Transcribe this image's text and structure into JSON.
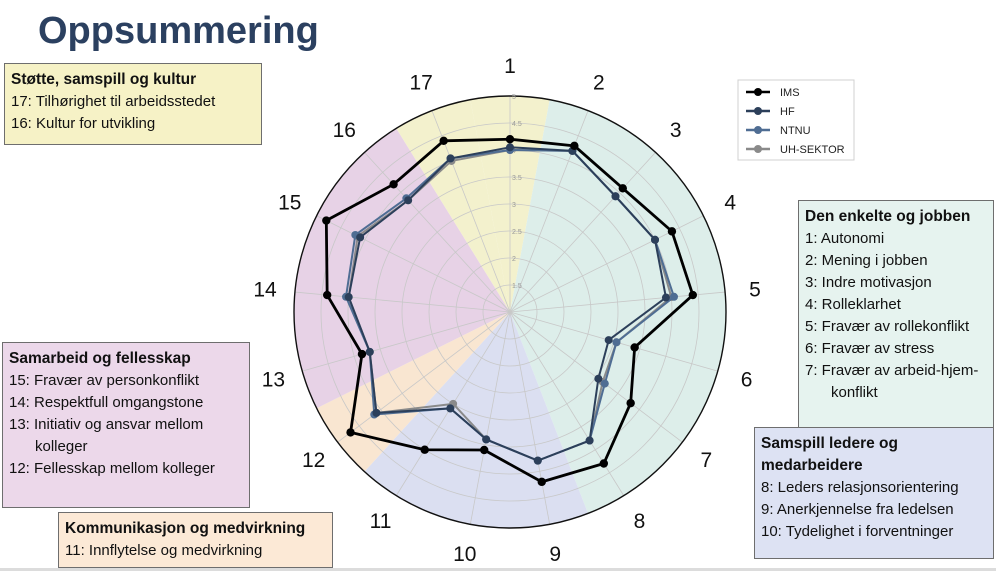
{
  "title": "Oppsummering",
  "boxes": {
    "stotte": {
      "heading": "Støtte, samspill og kultur",
      "items": [
        "17: Tilhørighet til arbeidsstedet",
        "16: Kultur for utvikling"
      ]
    },
    "enkelte": {
      "heading": "Den enkelte og jobben",
      "items": [
        "1: Autonomi",
        "2: Mening i jobben",
        "3: Indre motivasjon",
        "4: Rolleklarhet",
        "5: Fravær av rollekonflikt",
        "6: Fravær av stress",
        "7: Fravær av arbeid-hjem-konflikt"
      ]
    },
    "samarbeid": {
      "heading": "Samarbeid og fellesskap",
      "items": [
        "15: Fravær av personkonflikt",
        "14: Respektfull omgangstone",
        "13: Initiativ og ansvar mellom kolleger",
        "12: Fellesskap mellom kolleger"
      ]
    },
    "samspill": {
      "heading": "Samspill ledere og medarbeidere",
      "items": [
        "8: Leders relasjonsorientering",
        "9: Anerkjennelse fra ledelsen",
        "10: Tydelighet i forventninger"
      ]
    },
    "komm": {
      "heading": "Kommunikasjon og medvirkning",
      "items": [
        "11: Innflytelse og medvirkning"
      ]
    }
  },
  "colors": {
    "IMS": "#000000",
    "HF": "#2c3f5a",
    "NTNU": "#4f6d93",
    "UH-SEKTOR": "#8a8a8a",
    "sector_yellow": "#f2f0c8",
    "sector_teal": "#d9ece8",
    "sector_blue": "#d7dcf0",
    "sector_peach": "#f8e3cc",
    "sector_pink": "#e4cde3"
  },
  "chart_data": {
    "type": "radar",
    "axes": [
      "1",
      "2",
      "3",
      "4",
      "5",
      "6",
      "7",
      "8",
      "9",
      "10",
      "11",
      "12",
      "13",
      "14",
      "15",
      "16",
      "17"
    ],
    "rlim": [
      1,
      5
    ],
    "rticks": [
      "1.5",
      "2",
      "2.5",
      "3",
      "3.5",
      "4",
      "4.5",
      "5"
    ],
    "grid": true,
    "legend": "top-right",
    "series": [
      {
        "name": "IMS",
        "values": [
          4.2,
          4.3,
          4.1,
          4.35,
          4.4,
          3.4,
          3.8,
          4.3,
          4.2,
          3.6,
          4.0,
          4.7,
          3.85,
          4.4,
          4.8,
          4.2,
          4.4
        ]
      },
      {
        "name": "HF",
        "values": [
          4.05,
          4.2,
          3.9,
          4.0,
          3.9,
          2.9,
          3.05,
          3.8,
          3.8,
          3.4,
          3.1,
          4.1,
          3.7,
          4.0,
          4.1,
          3.8,
          4.05
        ]
      },
      {
        "name": "NTNU",
        "values": [
          4.0,
          4.2,
          3.9,
          4.0,
          4.05,
          3.05,
          3.2,
          3.8,
          3.8,
          3.4,
          3.1,
          4.15,
          3.7,
          4.05,
          4.2,
          3.85,
          4.05
        ]
      },
      {
        "name": "UH-SEKTOR",
        "values": [
          4.0,
          4.2,
          3.9,
          4.0,
          4.0,
          3.05,
          3.15,
          3.8,
          3.8,
          3.4,
          3.0,
          4.1,
          3.7,
          4.0,
          4.15,
          3.8,
          4.0
        ]
      }
    ]
  }
}
